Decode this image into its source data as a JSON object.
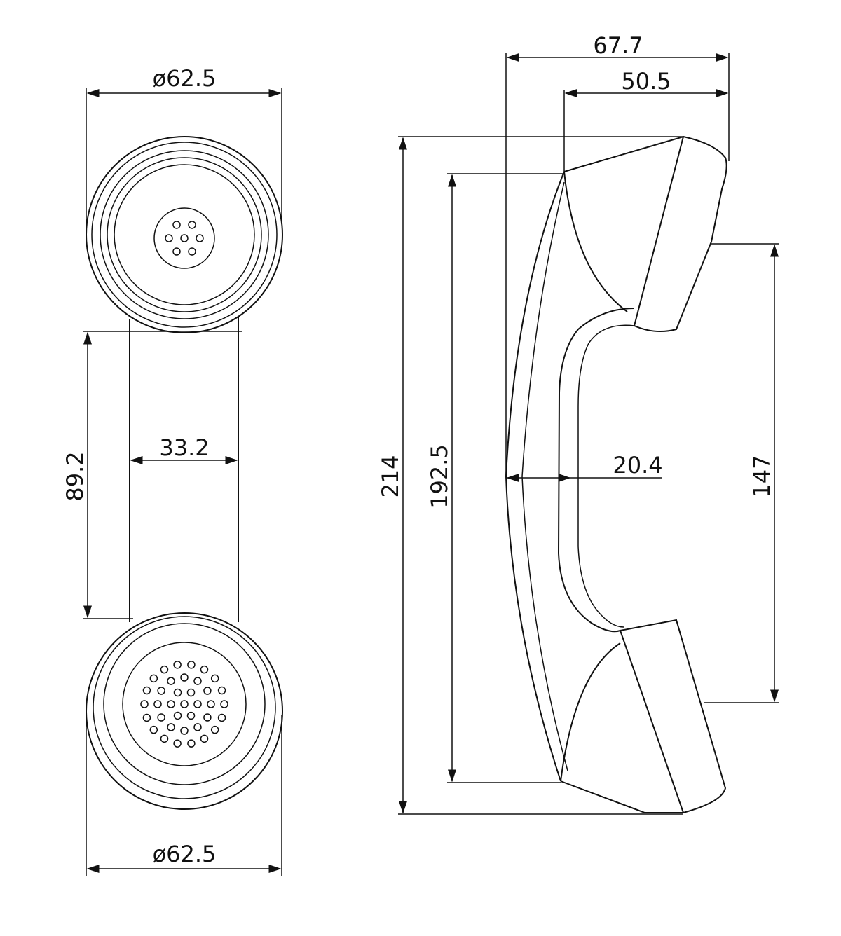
{
  "drawing": {
    "front_view": {
      "top_diameter": "ø62.5",
      "bottom_diameter": "ø62.5",
      "handle_length": "89.2",
      "handle_width": "33.2"
    },
    "side_view": {
      "overall_depth": "67.7",
      "cup_depth": "50.5",
      "overall_length": "214",
      "inner_length": "192.5",
      "handle_thickness": "20.4",
      "cup_spacing": "147"
    }
  }
}
